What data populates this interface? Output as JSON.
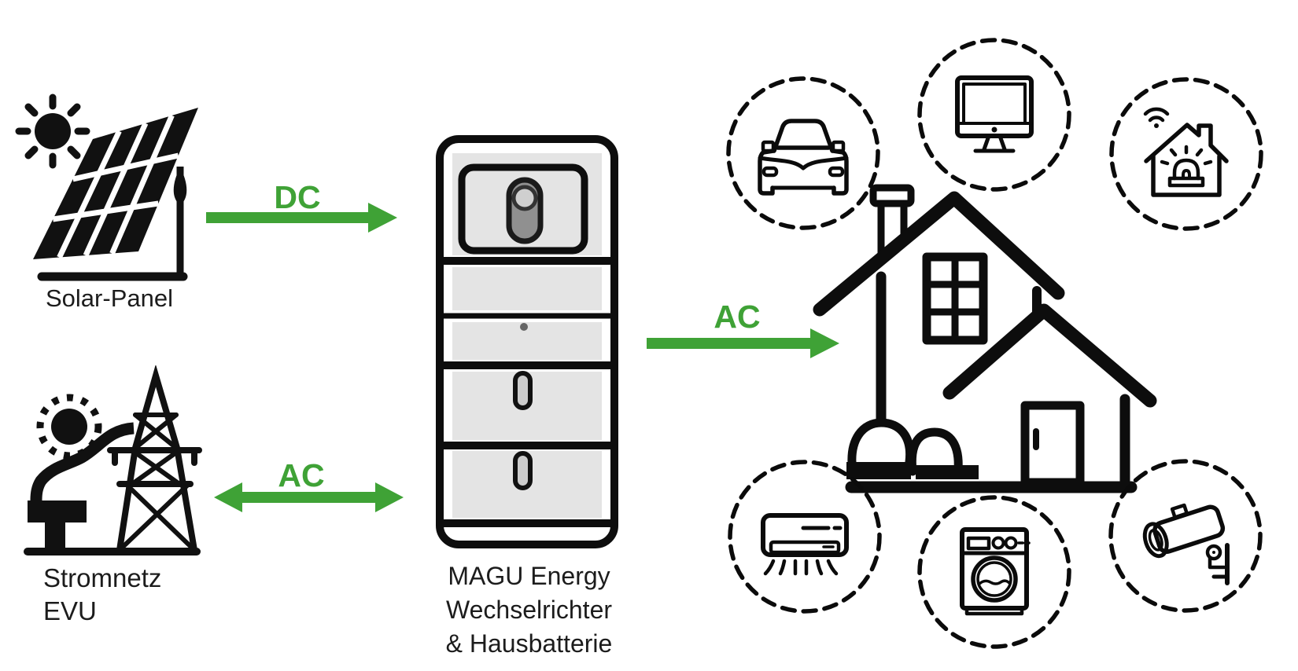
{
  "diagram": {
    "type": "energy-flow-diagram",
    "background": "#FFFFFF",
    "solar": {
      "label": "Solar-Panel",
      "icon": "solar-panel-icon"
    },
    "grid": {
      "label_line1": "Stromnetz",
      "label_line2": "EVU",
      "icon": "power-grid-icon"
    },
    "inverter": {
      "label_line1": "MAGU Energy",
      "label_line2": "Wechselrichter",
      "label_line3": "& Hausbatterie",
      "icon": "battery-inverter-icon"
    },
    "flows": {
      "dc": {
        "label": "DC",
        "from": "solar",
        "to": "inverter",
        "direction": "right"
      },
      "ac_grid": {
        "label": "AC",
        "from": "grid",
        "to": "inverter",
        "direction": "bidirectional"
      },
      "ac_house": {
        "label": "AC",
        "from": "inverter",
        "to": "house",
        "direction": "right"
      }
    },
    "house": {
      "icon": "house-icon"
    },
    "appliances": [
      {
        "icon": "electric-car-icon"
      },
      {
        "icon": "computer-icon"
      },
      {
        "icon": "smart-home-alarm-icon"
      },
      {
        "icon": "air-conditioner-icon"
      },
      {
        "icon": "washing-machine-icon"
      },
      {
        "icon": "security-camera-icon"
      }
    ],
    "colors": {
      "arrow_green": "#3FA236",
      "outline": "#0D0D0D",
      "panel_gray": "#E4E4E4"
    }
  }
}
